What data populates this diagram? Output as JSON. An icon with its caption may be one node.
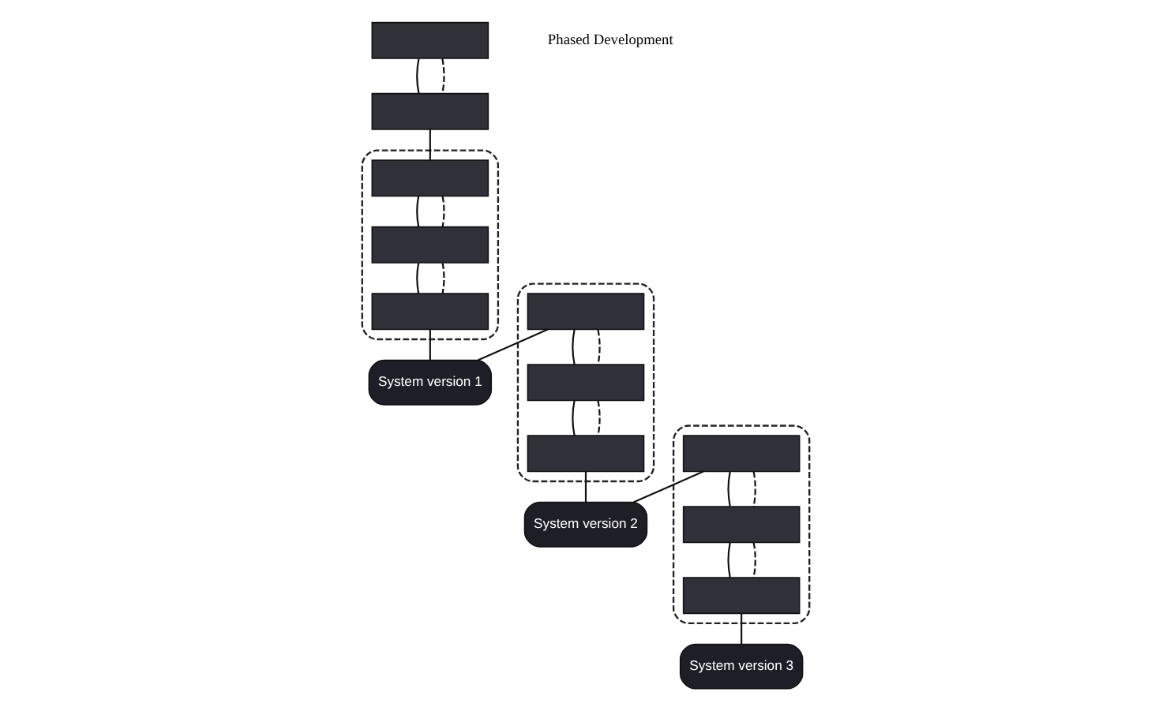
{
  "diagram": {
    "nodes": [
      {
        "text": [],
        "shape": "box"
      },
      {
        "text": [],
        "shape": "box"
      },
      {
        "text": [],
        "shape": "ellipse"
      },
      {
        "text": [],
        "shape": "box",
        "in": 2
      },
      {
        "text": [],
        "shape": "box",
        "in": 2
      },
      {
        "text": [],
        "shape": "box",
        "in": 2
      },
      {
        "text": [],
        "shape": "ellipse"
      },
      {
        "text": [],
        "shape": "box",
        "in": 6
      },
      {
        "text": [],
        "shape": "box",
        "in": 6
      },
      {
        "text": [],
        "shape": "box",
        "in": 6
      },
      {
        "text": [],
        "shape": "ellipse"
      },
      {
        "text": [],
        "shape": "box",
        "in": 10
      },
      {
        "text": [],
        "shape": "box",
        "in": 10
      },
      {
        "text": [],
        "shape": "box",
        "in": 10
      },
      {
        "text": [
          "System version 1"
        ]
      },
      {
        "text": [
          "System version 2"
        ]
      },
      {
        "text": [
          "System version 3"
        ]
      }
    ],
    "edges": [
      {
        "from": 0,
        "to": 1,
        "arrow": "none"
      },
      {
        "from": 0,
        "to": 1,
        "arrow": "none",
        "style": "dashed"
      },
      {
        "from": 1,
        "to": 3,
        "arrow": "none"
      },
      {
        "from": 3,
        "to": 4,
        "arrow": "none"
      },
      {
        "from": 3,
        "to": 4,
        "arrow": "none",
        "style": "dashed"
      },
      {
        "from": 4,
        "to": 5,
        "arrow": "none"
      },
      {
        "from": 4,
        "to": 5,
        "arrow": "none",
        "style": "dashed"
      },
      {
        "from": 5,
        "to": 14,
        "arrow": "none"
      },
      {
        "from": 7,
        "to": 14,
        "arrow": "none"
      },
      {
        "from": 7,
        "to": 8,
        "arrow": "none"
      },
      {
        "from": 7,
        "to": 8,
        "arrow": "none",
        "style": "dashed"
      },
      {
        "from": 8,
        "to": 9,
        "arrow": "none"
      },
      {
        "from": 8,
        "to": 9,
        "arrow": "none",
        "style": "dashed"
      },
      {
        "from": 9,
        "to": 15,
        "arrow": "none"
      },
      {
        "from": 11,
        "to": 15,
        "arrow": "none"
      },
      {
        "from": 11,
        "to": 12,
        "arrow": "none"
      },
      {
        "from": 11,
        "to": 12,
        "arrow": "none",
        "style": "dashed"
      },
      {
        "from": 12,
        "to": 13,
        "arrow": "none"
      },
      {
        "from": 12,
        "to": 13,
        "arrow": "none",
        "style": "dashed"
      },
      {
        "from": 13,
        "to": 16,
        "arrow": "none"
      }
    ],
    "labels": [
      "Phased Development"
    ]
  }
}
